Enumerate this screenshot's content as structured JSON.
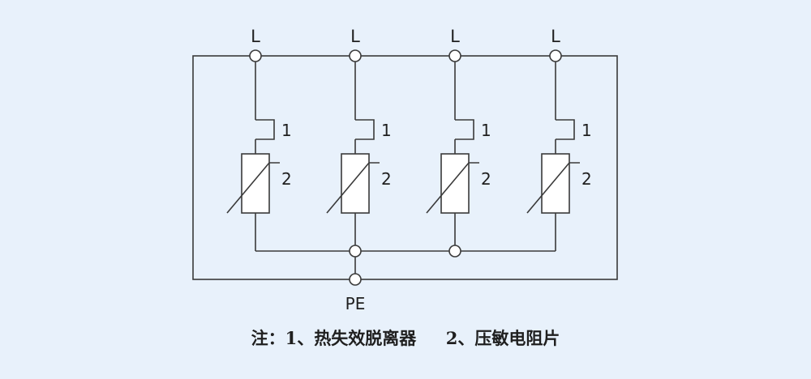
{
  "colors": {
    "background": "#e8f1fb",
    "line": "#3a3a3a",
    "node_fill": "#ffffff",
    "text": "#1f1f1f"
  },
  "diagram": {
    "line_label": "L",
    "ground_label": "PE",
    "disconnector_number": "1",
    "varistor_number": "2",
    "branch_count": 4
  },
  "caption": {
    "note_prefix": "注：",
    "item1": "1、热失效脱离器",
    "item2": "2、压敏电阻片"
  }
}
